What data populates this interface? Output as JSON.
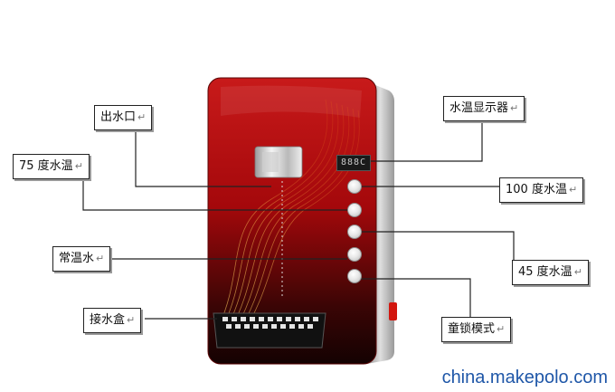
{
  "labels": {
    "outlet": "出水口",
    "temp_display": "水温显示器",
    "temp_75": "75 度水温",
    "temp_100": "100 度水温",
    "room_temp": "常温水",
    "temp_45": "45 度水温",
    "drip_tray": "接水盒",
    "child_lock": "童锁模式"
  },
  "return_mark": "↵",
  "display_text": "888C",
  "watermark": "china.makepolo.com"
}
